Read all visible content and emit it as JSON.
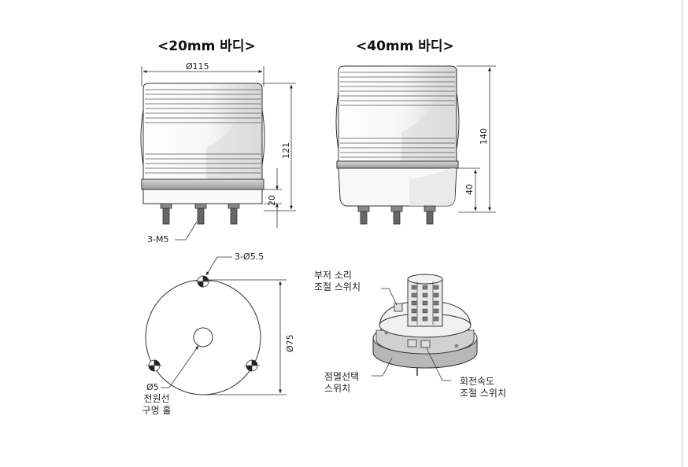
{
  "titles": {
    "left": "<20mm 바디>",
    "right": "<40mm 바디>"
  },
  "dimensions": {
    "diameter_115": "Ø115",
    "height_121": "121",
    "height_20": "20",
    "height_140": "140",
    "height_40": "40",
    "diameter_75": "Ø75",
    "screws": "3-M5",
    "holes": "3-Ø5.5",
    "hole_5": "Ø5"
  },
  "labels": {
    "buzzer_switch": [
      "부저 소리",
      "조절 스위치"
    ],
    "flash_switch": [
      "점멸선택",
      "스위치"
    ],
    "rotation_switch": [
      "회전속도",
      "조절 스위치"
    ],
    "power_hole": [
      "전원선",
      "구멍 홀"
    ]
  }
}
